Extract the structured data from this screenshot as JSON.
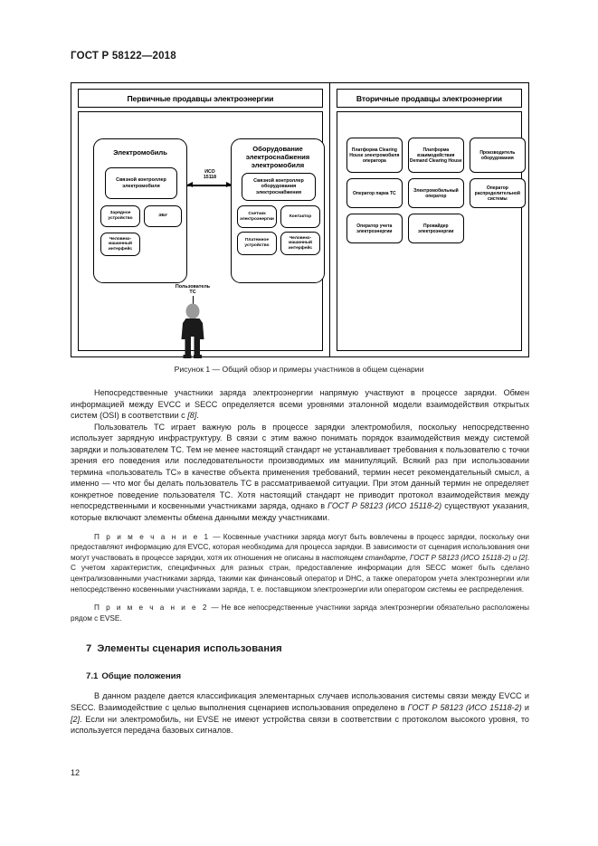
{
  "header": {
    "standard": "ГОСТ Р 58122—2018"
  },
  "figure": {
    "caption": "Рисунок 1 — Общий обзор и примеры участников в общем сценарии",
    "columns": [
      {
        "title": "Первичные продавцы электроэнергии"
      },
      {
        "title": "Вторичные продавцы электроэнергии"
      }
    ],
    "ev_group": {
      "title": "Электромобиль",
      "main_box": "Связной контроллер электромобиля",
      "boxes": [
        "Зарядное устройство",
        "ЭБУ",
        "Человеко-машинный интерфейс"
      ]
    },
    "evse_group": {
      "title": "Оборудование электроснабжения электромобиля",
      "main_box": "Связной контроллер оборудования электроснабжения",
      "boxes": [
        "Счетчик электроэнергии",
        "Контактор",
        "Платежное устройство",
        "Человеко-машинный интерфейс"
      ]
    },
    "connector": {
      "label_line1": "ИСО",
      "label_line2": "15118"
    },
    "user": {
      "label_line1": "Пользователь",
      "label_line2": "ТС"
    },
    "secondary_boxes": [
      "Платформа Clearing House электромобиля оператора",
      "Платформа взаимодействия Demand Clearing House",
      "Производитель оборудования",
      "Оператор парка ТС",
      "Электромобильный оператор",
      "Оператор распределительной системы",
      "Оператор учета электроэнергии",
      "Провайдер электроэнергии"
    ]
  },
  "body": {
    "p1": "Непосредственные участники заряда электроэнергии напрямую участвуют в процессе зарядки. Обмен информацией между EVCC и SECC определяется всеми уровнями эталонной модели взаимодействия открытых систем (OSI) в соответствии с ",
    "p1_ref": "[8]",
    "p1_end": ".",
    "p2": "Пользователь ТС играет важную роль в процессе зарядки электромобиля, поскольку непосредственно использует зарядную инфраструктуру. В связи с этим важно понимать порядок взаимодействия между системой зарядки и пользователем ТС. Тем не менее настоящий стандарт не устанавливает требования к пользователю с точки зрения его поведения или последовательности производимых им манипуляций. Всякий раз при использовании термина «пользователь ТС» в качестве объекта применения требований, термин несет рекомендательный смысл, а именно — что мог бы делать пользователь ТС в рассматриваемой ситуации. При этом данный термин не определяет конкретное поведение пользователя ТС. Хотя настоящий стандарт не приводит протокол взаимодействия между непосредственными и косвенными участниками заряда, однако в ",
    "p2_ref": "ГОСТ Р 58123 (ИСО 15118-2)",
    "p2_end": " существуют указания, которые включают элементы обмена данными между участниками.",
    "note1_label": "П р и м е ч а н и е 1",
    "note1_a": " — Косвенные участники заряда могут быть вовлечены в процесс зарядки, поскольку они предоставляют информацию для EVCC, которая необходима для процесса зарядки. В зависимости от сценария использования они могут участвовать в процессе зарядки, хотя их отношения не описаны в ",
    "note1_ref1": "настоящем стандарте,",
    "note1_b": " ",
    "note1_ref2": "ГОСТ Р 58123 (ИСО 15118-2) и [2]",
    "note1_c": ". С учетом характеристик, специфичных для разных стран, предоставление информации для SECC может быть сделано централизованными участниками заряда, такими как финансовый оператор и DHC, а также оператором учета электроэнергии или непосредственно косвенными участниками заряда, т. е. поставщиком электроэнергии или оператором системы ее распределения.",
    "note2_label": "П р и м е ч а н и е 2",
    "note2_a": " — Не все непосредственные участники заряда электроэнергии обязательно расположены рядом с EVSE.",
    "section7_num": "7",
    "section7_title": "Элементы сценария использования",
    "section71_num": "7.1",
    "section71_title": "Общие положения",
    "p3_a": "В данном разделе дается классификация элементарных случаев использования системы связи между EVCC и SECC. Взаимодействие с целью выполнения сценариев использования определено в ",
    "p3_ref": "ГОСТ Р 58123 (ИСО 15118-2)",
    "p3_b": " и ",
    "p3_ref2": "[2]",
    "p3_c": ". Если ни электромобиль, ни EVSE не имеют устройства связи в соответствии с протоколом высокого уровня, то используется передача базовых сигналов.",
    "page_number": "12"
  }
}
